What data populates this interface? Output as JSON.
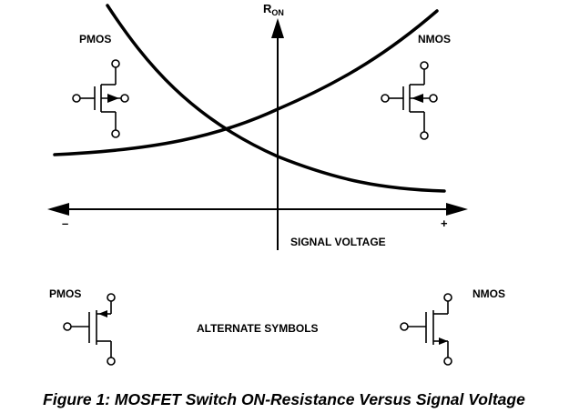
{
  "diagram": {
    "ron_axis": {
      "main": "R",
      "sub": "ON"
    },
    "x_axis": {
      "label": "SIGNAL VOLTAGE",
      "minus": "–",
      "plus": "+"
    },
    "curves": {
      "pmos_label": "PMOS",
      "nmos_label": "NMOS"
    }
  },
  "symbols": {
    "pmos_label": "PMOS",
    "nmos_label": "NMOS",
    "center_label": "ALTERNATE SYMBOLS"
  },
  "caption": "Figure 1: MOSFET Switch ON-Resistance Versus Signal Voltage"
}
